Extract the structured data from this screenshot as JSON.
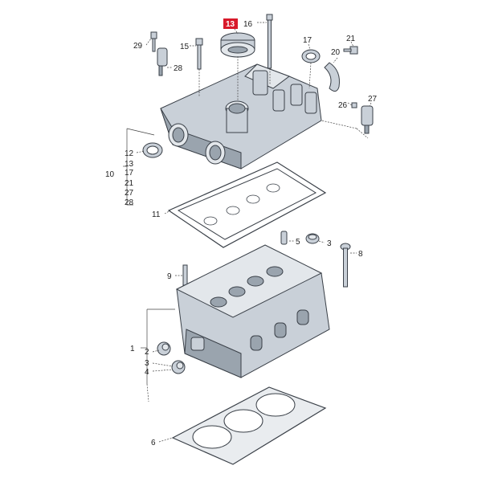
{
  "diagram": {
    "highlight_color": "#d8192a",
    "part_color": "#c9d0d8",
    "outline_color": "#3a4048",
    "callouts": {
      "c1": "1",
      "c2": "2",
      "c3": "3",
      "c4": "4",
      "c5": "5",
      "c3b": "3",
      "c6": "6",
      "c8": "8",
      "c9": "9",
      "c10": "10",
      "c11": "11",
      "c12": "12",
      "c13": "13",
      "c13b": "13",
      "c15": "15",
      "c16": "16",
      "c17": "17",
      "c17b": "17",
      "c20": "20",
      "c21": "21",
      "c21b": "21",
      "c26": "26",
      "c27": "27",
      "c27b": "27",
      "c28": "28",
      "c28b": "28",
      "c29": "29"
    }
  }
}
